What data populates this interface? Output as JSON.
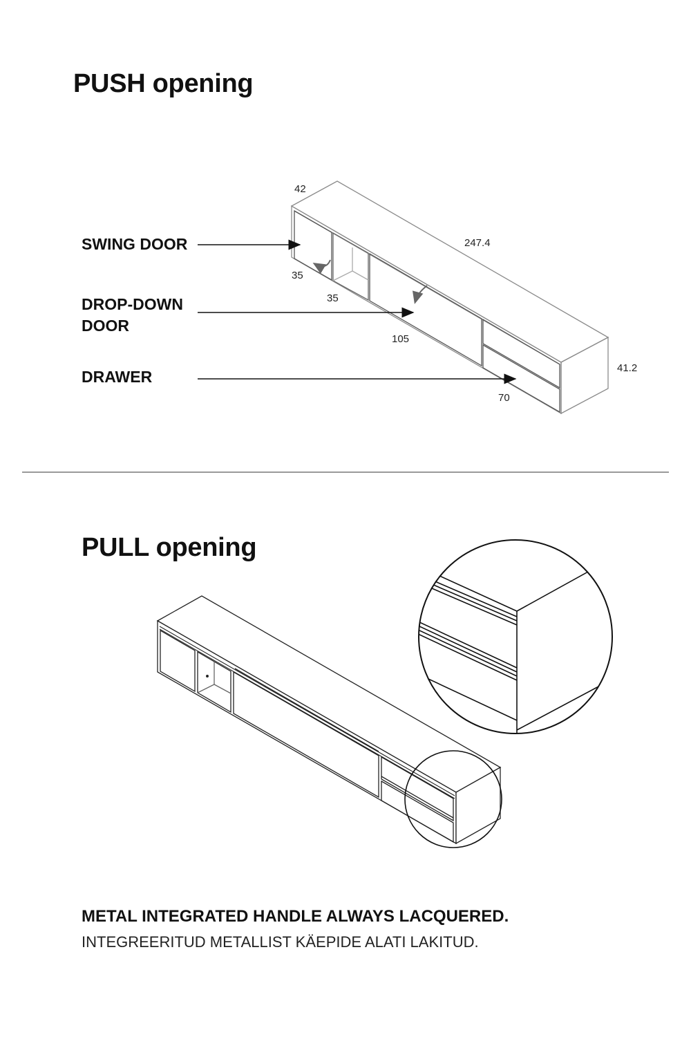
{
  "push": {
    "title": "PUSH opening",
    "labels": {
      "swing_door": "SWING DOOR",
      "drop_down_door": "DROP-DOWN DOOR",
      "drawer": "DRAWER"
    },
    "dimensions": {
      "depth": "42",
      "length": "247.4",
      "height": "41.2",
      "swing_door_width": "35",
      "open_section_width": "35",
      "drop_down_width": "105",
      "drawer_width": "70"
    }
  },
  "pull": {
    "title": "PULL opening"
  },
  "note": {
    "primary": "METAL INTEGRATED HANDLE ALWAYS LACQUERED.",
    "secondary": "INTEGREERITUD METALLIST KÄEPIDE ALATI LAKITUD."
  },
  "colors": {
    "line": "#222222",
    "light_line": "#8a8a8a",
    "arrow": "#666666",
    "divider": "#9a9a9a"
  }
}
